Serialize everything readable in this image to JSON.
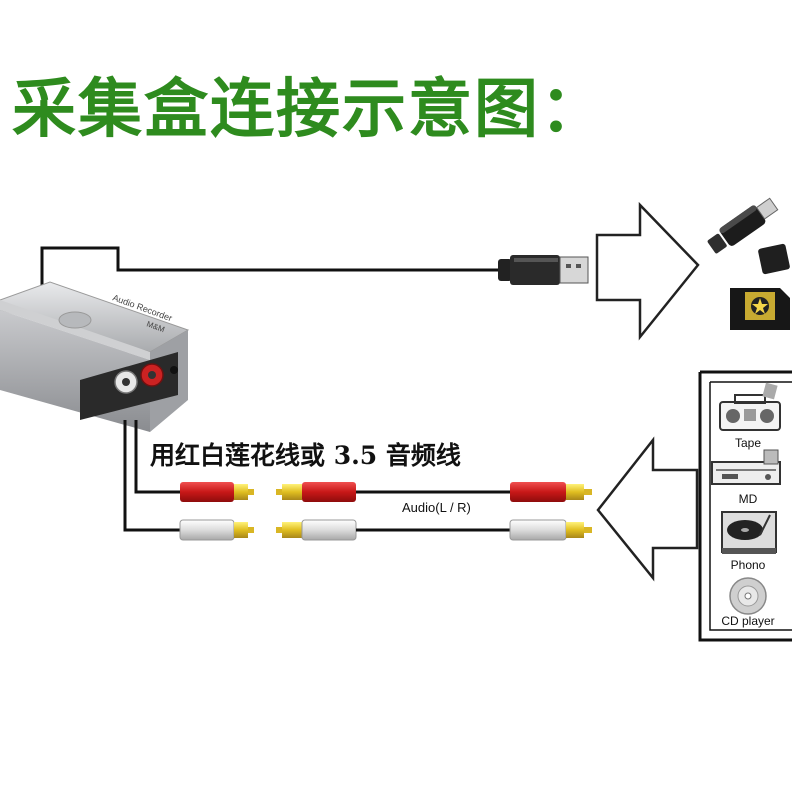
{
  "title": "采集盒连接示意图：",
  "cable_label": "用红白莲花线或 3.5 音频线",
  "audio_label": "Audio(L / R)",
  "box_labels": {
    "top": "Audio Recorder",
    "side": "M&M"
  },
  "sources": [
    {
      "label": "Tape",
      "icon": "cassette-recorder-icon"
    },
    {
      "label": "MD",
      "icon": "md-player-icon"
    },
    {
      "label": "Phono",
      "icon": "turntable-icon"
    },
    {
      "label": "CD player",
      "icon": "cd-player-icon"
    }
  ],
  "outputs": [
    {
      "icon": "usb-flash-drive-icon"
    },
    {
      "icon": "sd-card-icon"
    }
  ],
  "colors": {
    "title": "#2e8b1e",
    "red_plug": "#d42222",
    "white_plug": "#e4e4e4",
    "gold_tip": "#e6c828",
    "cable": "#111111"
  }
}
